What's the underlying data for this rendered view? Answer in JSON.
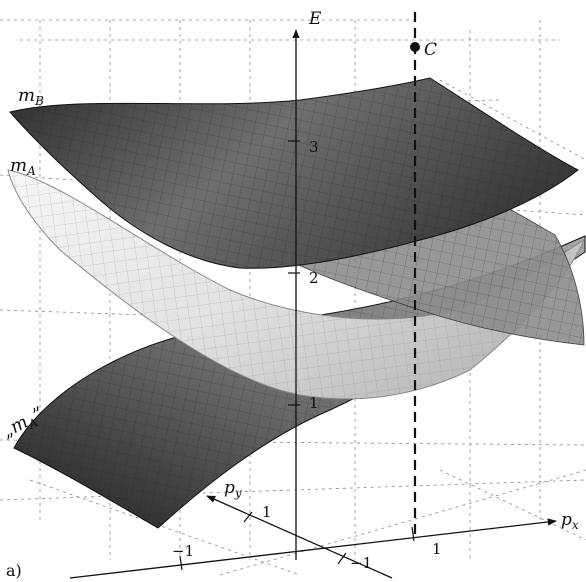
{
  "figure": {
    "panel_label": "a)",
    "axes": {
      "energy": "E",
      "px": "p",
      "px_sub": "x",
      "py": "p",
      "py_sub": "y"
    },
    "energy_ticks": [
      "1",
      "2",
      "3"
    ],
    "px_ticks": [
      "1",
      "−1"
    ],
    "py_ticks": [
      "1",
      "−1"
    ],
    "point": {
      "label": "C"
    },
    "surfaces": [
      {
        "name": "m",
        "sub": "B",
        "prefix": "",
        "suffix": "",
        "tone": "dark"
      },
      {
        "name": "m",
        "sub": "A",
        "prefix": "",
        "suffix": "",
        "tone": "light"
      },
      {
        "name": "m",
        "sub": "A",
        "prefix": "„",
        "suffix": "”",
        "tone": "dark"
      }
    ]
  }
}
